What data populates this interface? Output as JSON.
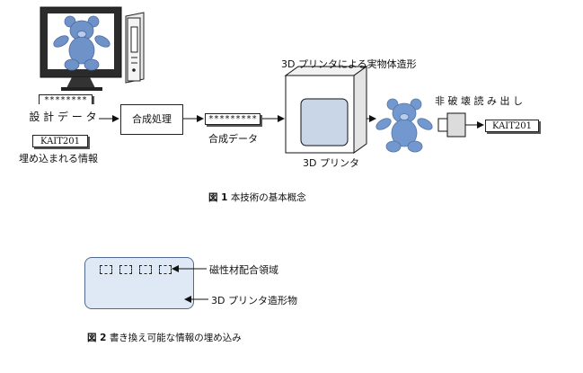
{
  "fig1": {
    "design_data_masked": "********",
    "design_data_label": "設 計 デ ー タ",
    "embed_value": "KAIT201",
    "embed_label": "埋め込まれる情報",
    "process_label": "合成処理",
    "combined_masked": "*********",
    "combined_label": "合成データ",
    "printing_title": "3D プリンタによる実物体造形",
    "printer_label": "3D プリンタ",
    "readout_label": "非 破 壊 読 み 出 し",
    "readout_value": "KAIT201",
    "caption_num": "図 1",
    "caption_text": "本技術の基本概念"
  },
  "fig2": {
    "region_label": "磁性材配合領域",
    "object_label": "3D プリンタ造形物",
    "caption_num": "図 2",
    "caption_text": "書き換え可能な情報の埋め込み"
  },
  "colors": {
    "bear": "#6f93c9",
    "bear_light": "#a9c1e6",
    "object_fill": "#dfe9f6",
    "object_border": "#50698f"
  }
}
